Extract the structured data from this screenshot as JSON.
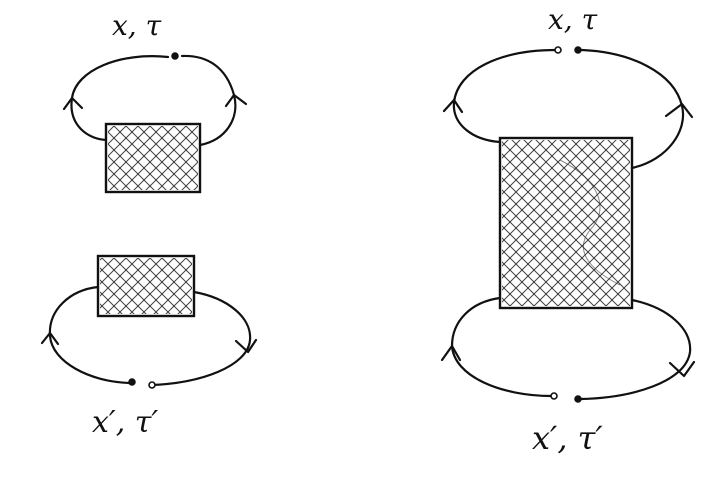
{
  "diagram": {
    "left_figure": {
      "top_label": "x, τ",
      "bottom_label": "x′, τ′"
    },
    "right_figure": {
      "top_label": "x, τ",
      "bottom_label": "x′, τ′"
    }
  },
  "colors": {
    "ink": "#111111",
    "background": "#ffffff"
  }
}
